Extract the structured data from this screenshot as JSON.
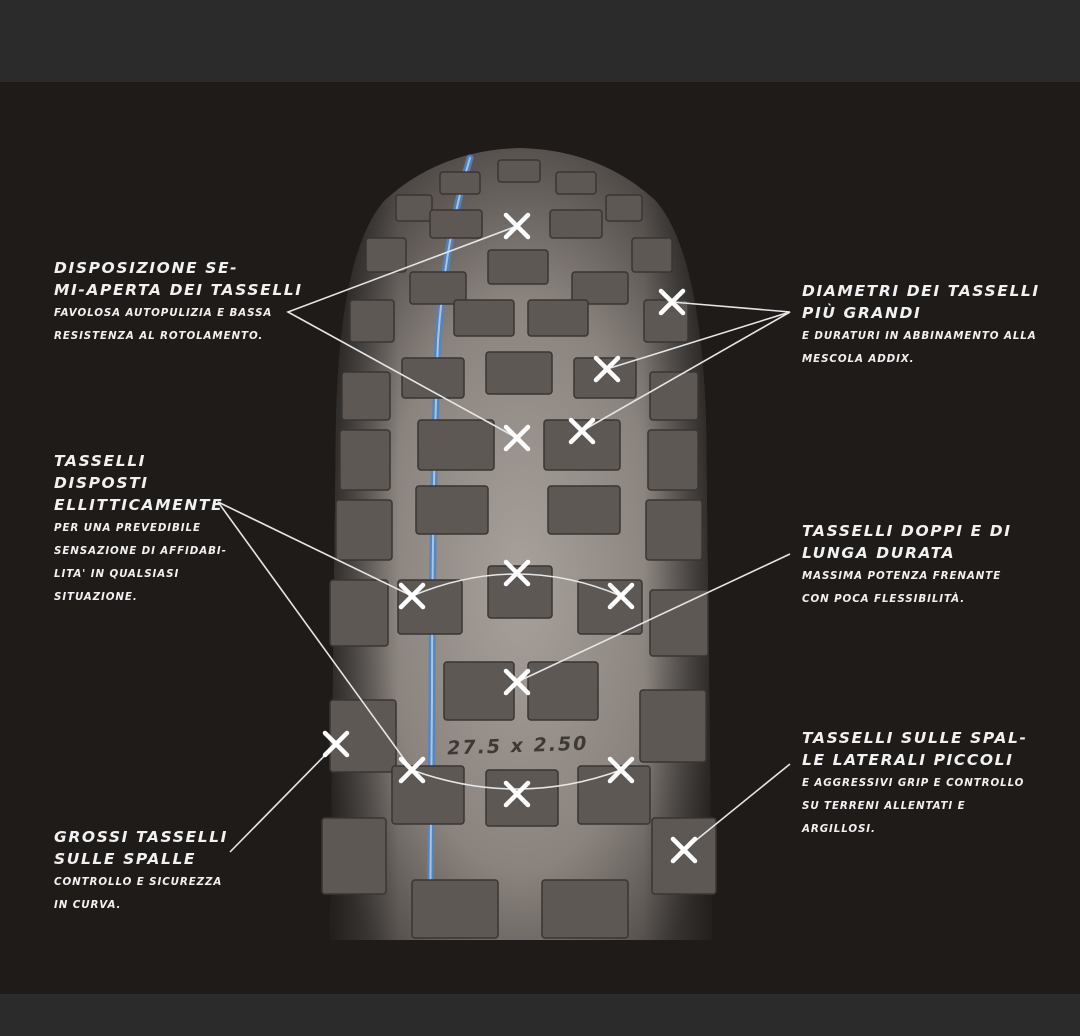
{
  "callouts": {
    "semi_open": {
      "title": "DISPOSIZIONE SE-\nMI-APERTA DEI TASSELLI",
      "desc": "FAVOLOSA AUTOPULIZIA E BASSA\nRESISTENZA AL ROTOLAMENTO."
    },
    "elliptical": {
      "title": "TASSELLI\nDISPOSTI\nELLITTICAMENTE",
      "desc": "PER UNA PREVEDIBILE\nSENSAZIONE DI AFFIDABI-\nLITA' IN QUALSIASI\nSITUAZIONE."
    },
    "shoulder_big": {
      "title": "GROSSI TASSELLI\nSULLE SPALLE",
      "desc": "CONTROLLO E SICUREZZA\nIN CURVA."
    },
    "diameters": {
      "title": "DIAMETRI DEI TASSELLI\nPIÙ GRANDI",
      "desc": "E DURATURI IN ABBINAMENTO ALLA\nMESCOLA ADDIX."
    },
    "double": {
      "title": "TASSELLI DOPPI E DI\nLUNGA DURATA",
      "desc": "MASSIMA POTENZA FRENANTE\nCON POCA FLESSIBILITÀ."
    },
    "side_small": {
      "title": "TASSELLI SULLE SPAL-\nLE LATERALI PICCOLI",
      "desc": "E AGGRESSIVI GRIP E CONTROLLO\nSU TERRENI ALLENTATI E\nARGILLOSI."
    }
  },
  "tire": {
    "size_marking": "27.5 x 2.50",
    "colors": {
      "rubber": "#8f8883",
      "rubber_dark": "#5b5551",
      "stripe": "#4e86c8",
      "marker": "#ffffff",
      "line": "#e6e6e6",
      "background": "#1f1b19"
    }
  },
  "icons": {
    "marker": "cross-marker-icon"
  }
}
